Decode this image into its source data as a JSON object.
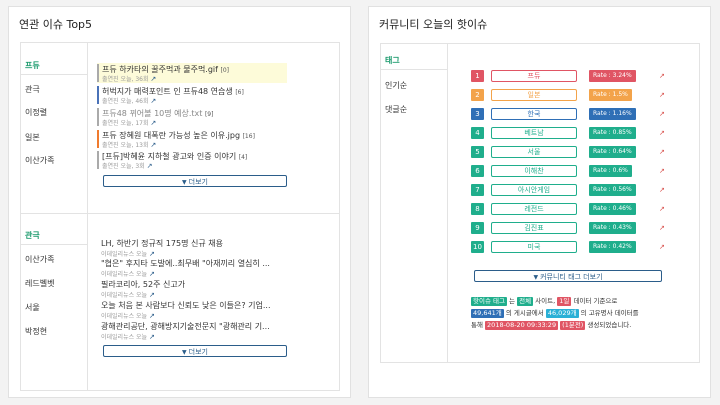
{
  "left": {
    "title": "연관 이슈 Top5",
    "box1": {
      "tabs": [
        "프듀",
        "관극",
        "이정렬",
        "일본",
        "이산가족"
      ],
      "items": [
        {
          "text": "프듀 하카타의 꿀주먹과 물주먹.gif",
          "count": "[0]",
          "meta": "출연진 오늘, 36회",
          "color": "#aaaaaa",
          "hl": true,
          "dim": false
        },
        {
          "text": "허벅지가 매력포인트 인 프듀48 연습생",
          "count": "[6]",
          "meta": "출연진 오늘, 46회",
          "color": "#4a72b8",
          "hl": false,
          "dim": false
        },
        {
          "text": "프듀48 뀌어볼 10명 예상.txt",
          "count": "[9]",
          "meta": "출연진 오늘, 17회",
          "color": "#aaaaaa",
          "hl": false,
          "dim": true
        },
        {
          "text": "프듀 장혜원 대폭란 가능성 높은 이유.jpg",
          "count": "[16]",
          "meta": "출연진 오늘, 13회",
          "color": "#f07b2e",
          "hl": false,
          "dim": false
        },
        {
          "text": "[프듀]박혜윤 지하철 광고와 인증 이야기",
          "count": "[4]",
          "meta": "출연진 오늘, 3회",
          "color": "#aaaaaa",
          "hl": false,
          "dim": false
        }
      ],
      "more": "더보기",
      "more_icon": "caret-down-square"
    },
    "box2": {
      "tabs": [
        "관극",
        "이산가족",
        "레드벨벳",
        "서울",
        "박정현"
      ],
      "items": [
        {
          "text": "LH, 하반기 정규직 175명 신규 채용",
          "meta": "이데일리뉴스 오늘"
        },
        {
          "text": "\"협은\" 후지타 도발에..최무배 \"아재끼리 열심히 ...",
          "meta": "이데일리뉴스 오늘"
        },
        {
          "text": "필라코리아, 52주 신고가",
          "meta": "이데일리뉴스 오늘"
        },
        {
          "text": "오늘 처음 본 사람보다 신뢰도 낮은 이들은? 기업...",
          "meta": "이데일리뉴스 오늘"
        },
        {
          "text": "광해관리공단, 광해방지기술전문지 \"광해관리 기...",
          "meta": "이데일리뉴스 오늘"
        }
      ],
      "more": "더보기"
    }
  },
  "right": {
    "title": "커뮤니티 오늘의 핫이슈",
    "tabs": [
      "태그",
      "인기순",
      "댓글순"
    ],
    "rows": [
      {
        "n": "1",
        "kw": "프듀",
        "rate": "Rate : 3.24%",
        "numColor": "#e05564",
        "kwColor": "#e05564",
        "rateColor": "#e05564"
      },
      {
        "n": "2",
        "kw": "일본",
        "rate": "Rate : 1.5%",
        "numColor": "#f3a34a",
        "kwColor": "#f3a34a",
        "rateColor": "#f3a34a"
      },
      {
        "n": "3",
        "kw": "한국",
        "rate": "Rate : 1.16%",
        "numColor": "#2f6fb6",
        "kwColor": "#2f6fb6",
        "rateColor": "#2f6fb6"
      },
      {
        "n": "4",
        "kw": "베트남",
        "rate": "Rate : 0.85%",
        "numColor": "#1fae8c",
        "kwColor": "#1fae8c",
        "rateColor": "#1fae8c"
      },
      {
        "n": "5",
        "kw": "서울",
        "rate": "Rate : 0.64%",
        "numColor": "#1fae8c",
        "kwColor": "#1fae8c",
        "rateColor": "#1fae8c"
      },
      {
        "n": "6",
        "kw": "이해찬",
        "rate": "Rate : 0.6%",
        "numColor": "#1fae8c",
        "kwColor": "#1fae8c",
        "rateColor": "#1fae8c"
      },
      {
        "n": "7",
        "kw": "아시안게임",
        "rate": "Rate : 0.56%",
        "numColor": "#1fae8c",
        "kwColor": "#1fae8c",
        "rateColor": "#1fae8c"
      },
      {
        "n": "8",
        "kw": "레전드",
        "rate": "Rate : 0.46%",
        "numColor": "#1fae8c",
        "kwColor": "#1fae8c",
        "rateColor": "#1fae8c"
      },
      {
        "n": "9",
        "kw": "김진표",
        "rate": "Rate : 0.43%",
        "numColor": "#1fae8c",
        "kwColor": "#1fae8c",
        "rateColor": "#1fae8c"
      },
      {
        "n": "10",
        "kw": "미국",
        "rate": "Rate : 0.42%",
        "numColor": "#1fae8c",
        "kwColor": "#1fae8c",
        "rateColor": "#1fae8c"
      }
    ],
    "more": "커뮤니티 태그 더보기",
    "ext_icon": "external-link",
    "summary": {
      "t1": "핫이슈 태그",
      "s1": "는",
      "t2": "전체",
      "s2": "사이트,",
      "t3": "1일",
      "s3": "데이터 기준으로",
      "t4": "49,641개",
      "s4": "의 게시글에서",
      "t5": "46,029개",
      "s5": "의 고유명사 데이터를",
      "s6": "통해",
      "t6": "2018-08-20 09:33:29",
      "t7": "(1분전)",
      "s7": "생성되었습니다."
    }
  }
}
